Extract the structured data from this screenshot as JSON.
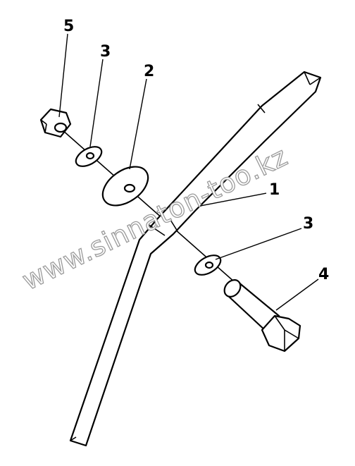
{
  "callouts": [
    {
      "id": "1",
      "label": "1"
    },
    {
      "id": "2",
      "label": "2"
    },
    {
      "id": "3a",
      "label": "3"
    },
    {
      "id": "3b",
      "label": "3"
    },
    {
      "id": "4",
      "label": "4"
    },
    {
      "id": "5",
      "label": "5"
    }
  ],
  "watermark": "www.sinnaton-too.kz"
}
